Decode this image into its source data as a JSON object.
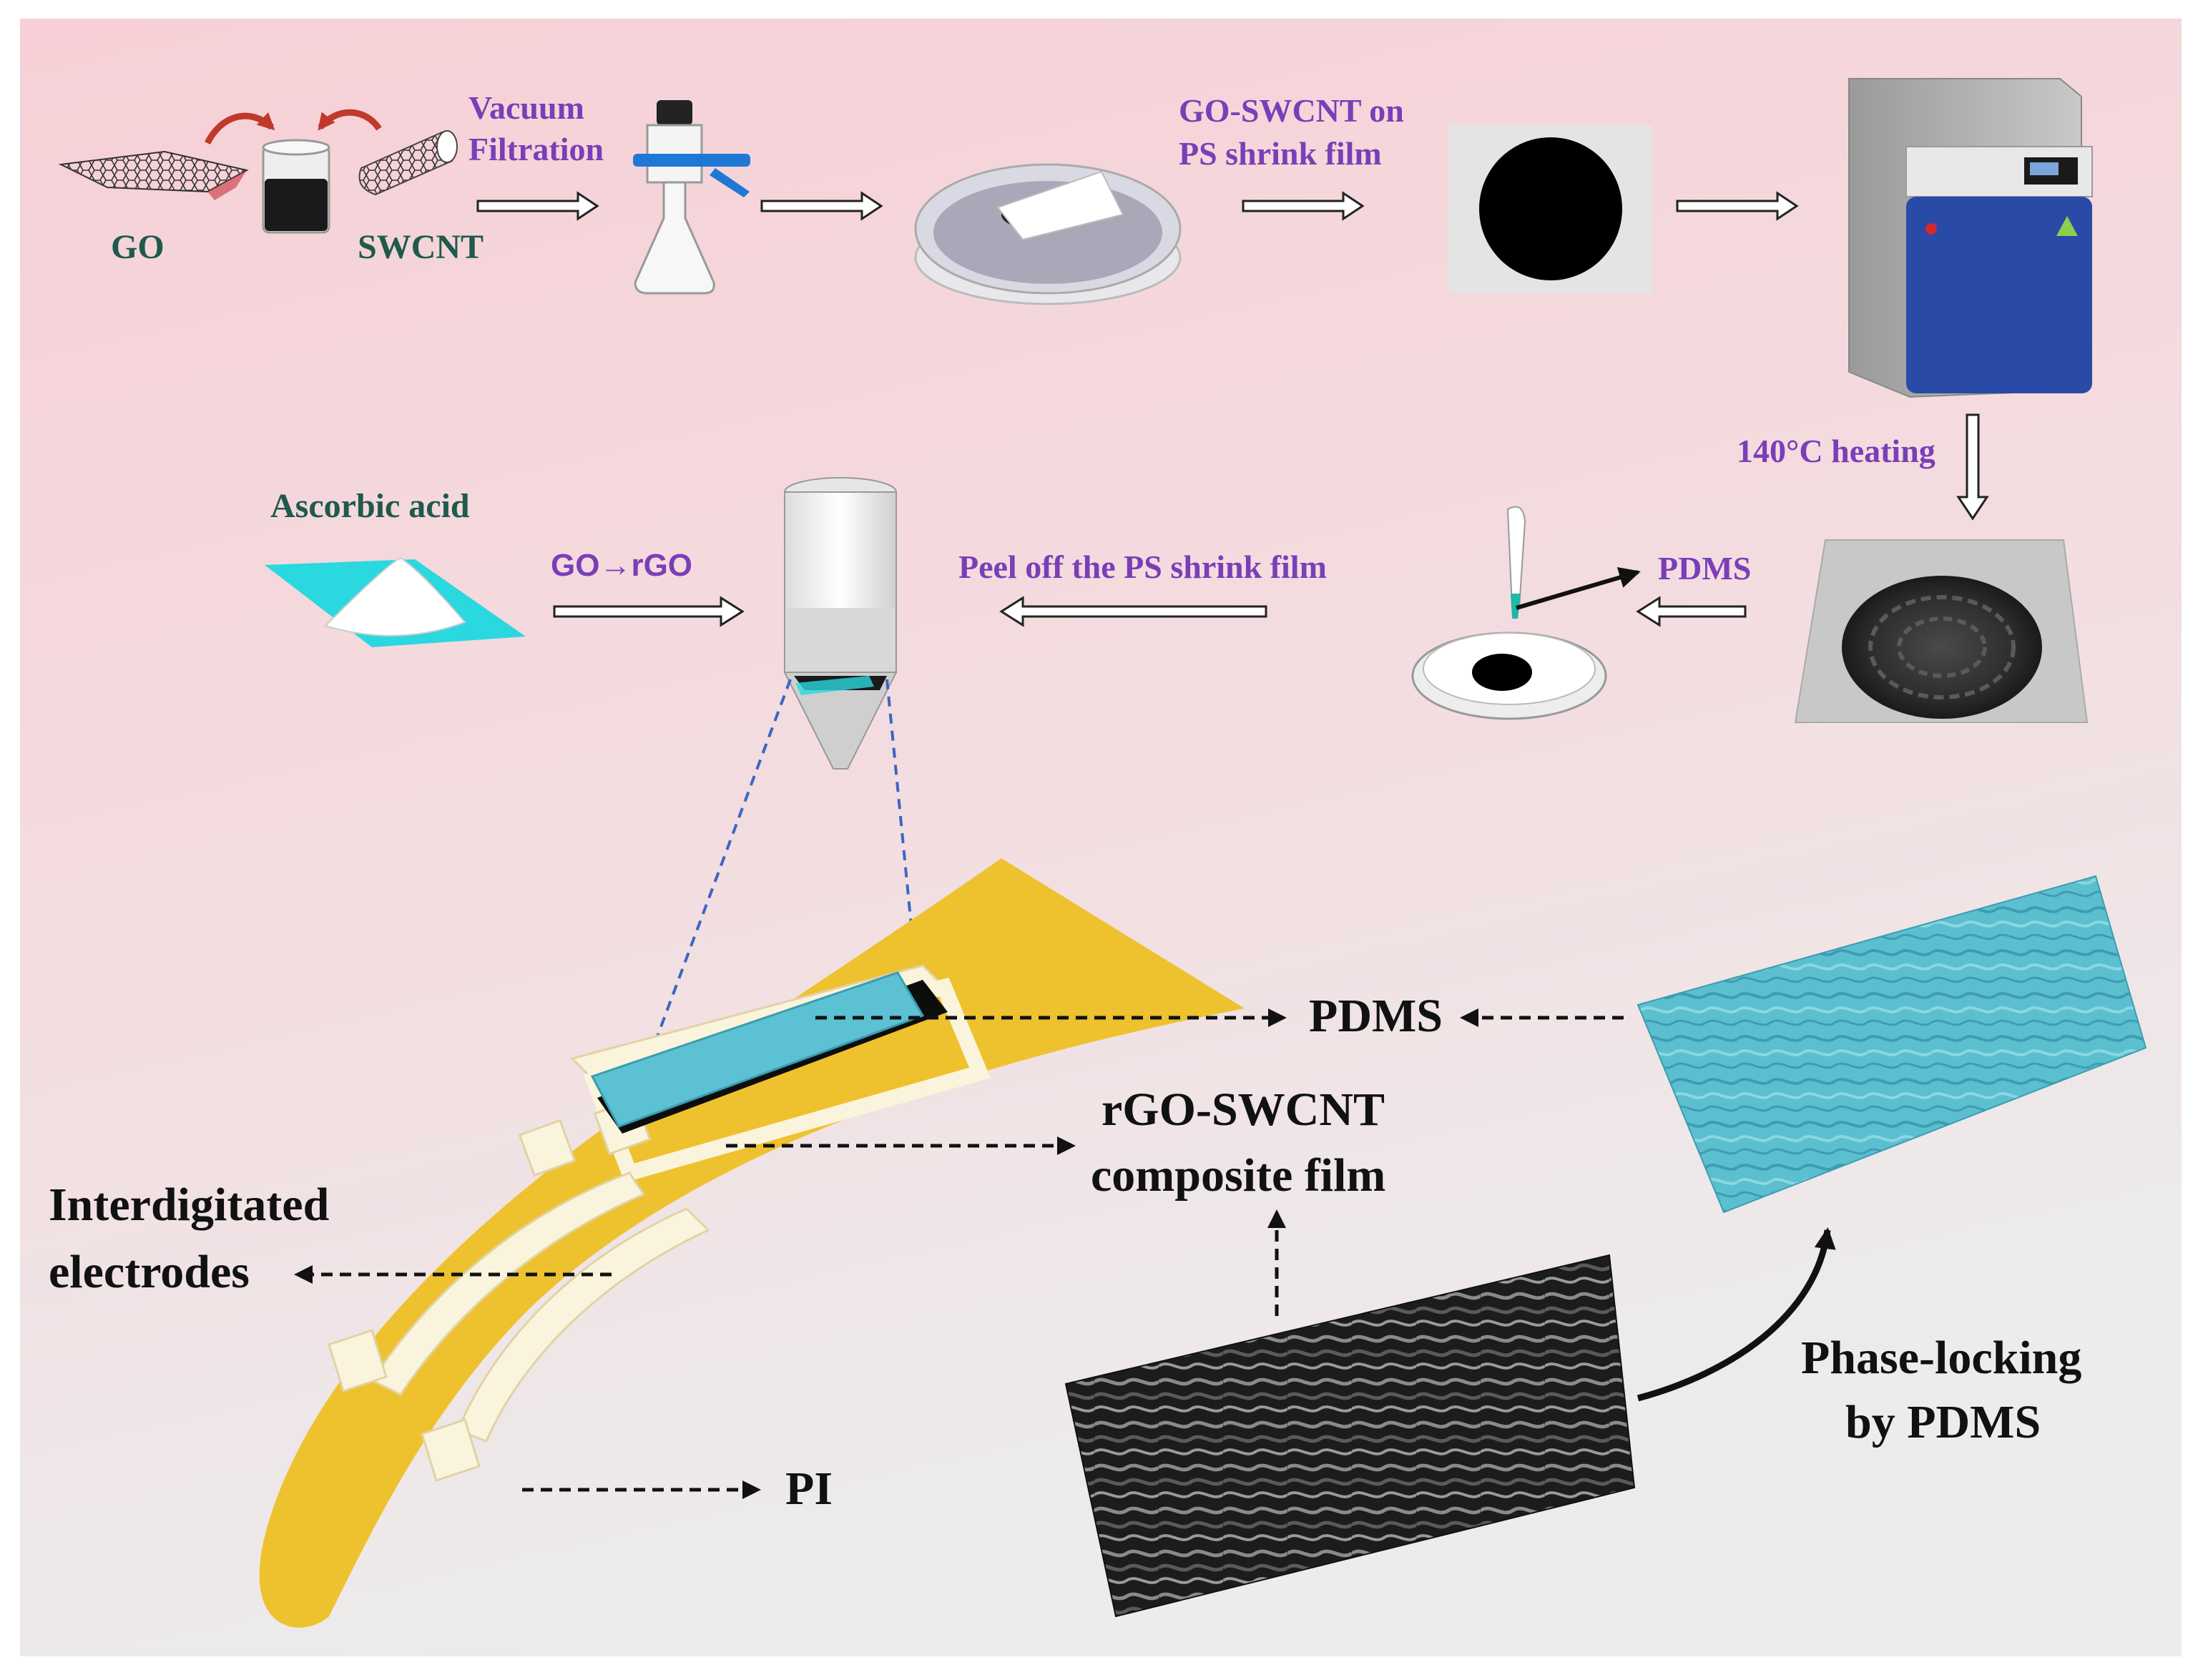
{
  "labels": {
    "go": "GO",
    "swcnt": "SWCNT",
    "vacuum_filtration_line1": "Vacuum",
    "vacuum_filtration_line2": "Filtration",
    "go_swcnt_line1": "GO-SWCNT on",
    "go_swcnt_line2": "PS shrink film",
    "heating": "140°C heating",
    "pdms_small": "PDMS",
    "peel_off": "Peel off the PS shrink film",
    "go_rgo": "GO→rGO",
    "ascorbic_acid": "Ascorbic acid",
    "pdms_big": "PDMS",
    "rgo_swcnt_line1": "rGO-SWCNT",
    "rgo_swcnt_line2": "composite film",
    "interdigitated_line1": "Interdigitated",
    "interdigitated_line2": "electrodes",
    "pi": "PI",
    "phase_locking_line1": "Phase-locking",
    "phase_locking_line2": "by PDMS"
  },
  "colors": {
    "background_top": "#f7d6db",
    "background_bottom": "#eeeeee",
    "pi_substrate": "#eec22e",
    "electrode": "#fbf4dc",
    "pdms_blue": "#5cc1d3",
    "cyan_sheet": "#2ad8e0",
    "oven_blue": "#2a4aa8",
    "filter_clamp_blue": "#1f78d6",
    "text_teal": "#1f5a4c",
    "text_purple": "#7a3eb8",
    "curved_arrow_red": "#c0392b"
  }
}
